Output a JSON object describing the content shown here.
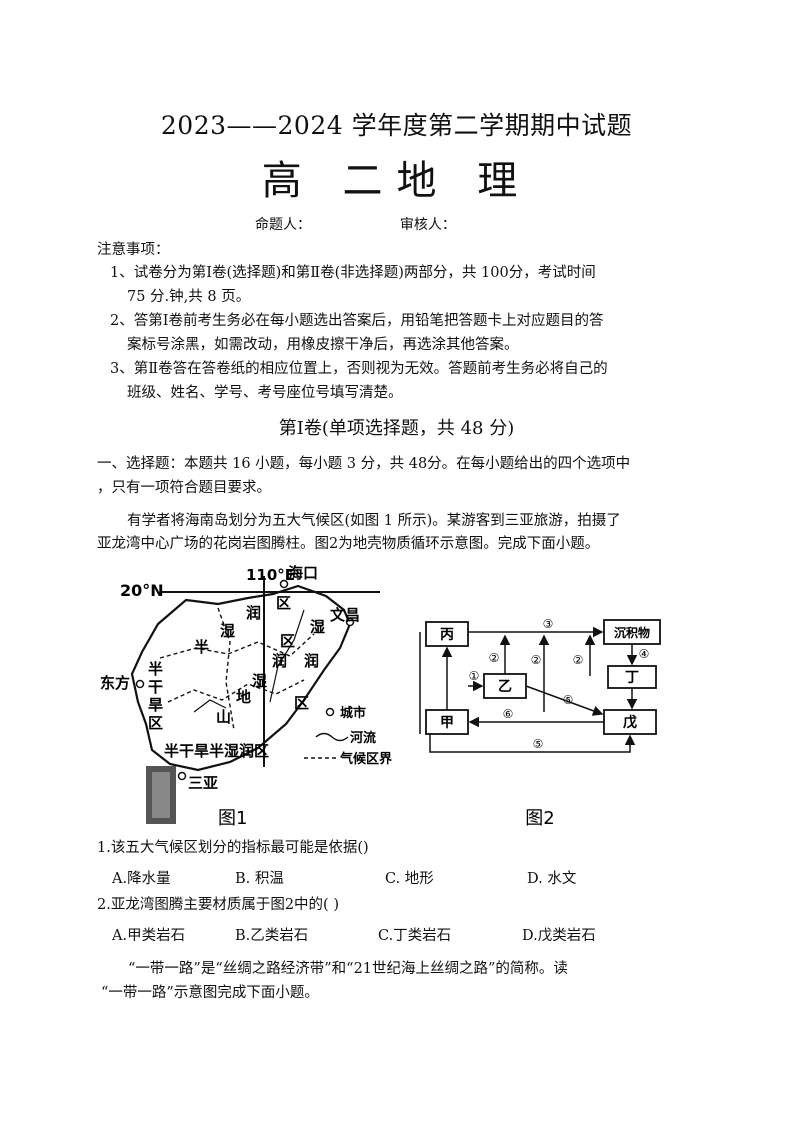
{
  "header": {
    "title": "2023——2024 学年度第二学期期中试题",
    "subject": "高 二地 理",
    "author_label": "命题人：",
    "reviewer_label": "审核人："
  },
  "notice": {
    "heading": "注意事项：",
    "items": [
      "1、试卷分为第Ⅰ卷(选择题)和第Ⅱ卷(非选择题)两部分，共 100分，考试时间",
      "75 分.钟,共 8 页。",
      "2、答第Ⅰ卷前考生务必在每小题选出答案后，用铅笔把答题卡上对应题目的答",
      "案标号涂黑，如需改动，用橡皮擦干净后，再选涂其他答案。",
      "3、第Ⅱ卷答在答卷纸的相应位置上，否则视为无效。答题前考生务必将自己的",
      "班级、姓名、学号、考号座位号填写清楚。"
    ]
  },
  "section1": {
    "title": "第Ⅰ卷(单项选择题，共 48 分)",
    "instruction_1": "一、选择题：本题共 16 小题，每小题 3 分，共 48分。在每小题给出的四个选项中",
    "instruction_2": "，只有一项符合题目要求。",
    "intro_1": "有学者将海南岛划分为五大气候区(如图 1 所示)。某游客到三亚旅游，拍摄了",
    "intro_2": "亚龙湾中心广场的花岗岩图腾柱。图2为地壳物质循环示意图。完成下面小题。"
  },
  "figure1": {
    "caption": "图1",
    "lat": "20°N",
    "lon": "110°E",
    "cities": [
      "海口",
      "文昌",
      "东方",
      "三亚"
    ],
    "regions": [
      "区",
      "润",
      "湿",
      "半",
      "区",
      "润",
      "湿",
      "地",
      "山",
      "区",
      "湿",
      "润",
      "半",
      "干",
      "旱",
      "区"
    ],
    "south_label": "半干旱半湿润区",
    "legend": {
      "city": "城市",
      "river": "河流",
      "boundary": "气候区界"
    }
  },
  "figure2": {
    "caption": "图2",
    "boxes": {
      "bing": "丙",
      "sediment": "沉积物",
      "ding": "丁",
      "yi": "乙",
      "jia": "甲",
      "wu": "戊"
    },
    "arrows": [
      "③",
      "②",
      "②",
      "②",
      "④",
      "①",
      "⑤",
      "⑥",
      "⑤"
    ]
  },
  "questions": [
    {
      "stem": "1.该五大气候区划分的指标最可能是依据()",
      "options": [
        "A.降水量",
        "B. 积温",
        "C. 地形",
        "D. 水文"
      ]
    },
    {
      "stem": "2.亚龙湾图腾主要材质属于图2中的( )",
      "options": [
        "A.甲类岩石",
        "B.乙类岩石",
        "C.丁类岩石",
        "D.戊类岩石"
      ]
    }
  ],
  "belt_road": {
    "line_1": "“一带一路”是“丝绸之路经济带”和“21世纪海上丝绸之路”的简称。读",
    "line_2": "“一带一路”示意图完成下面小题。"
  }
}
